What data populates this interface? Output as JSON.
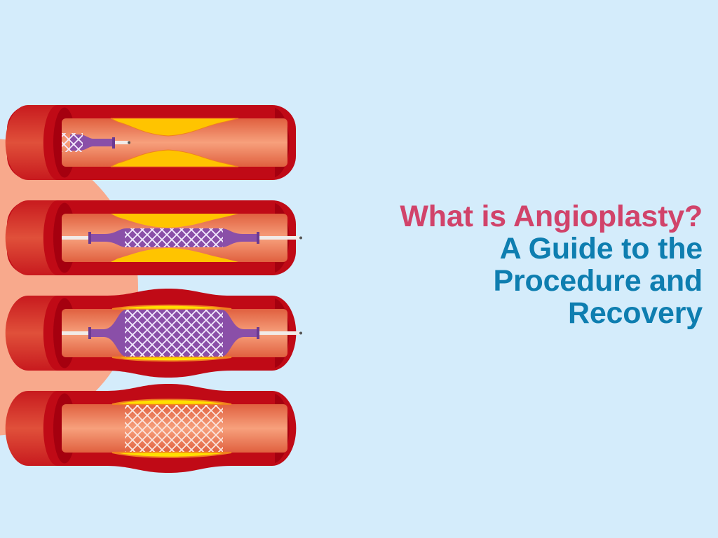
{
  "title": {
    "line1": "What is Angioplasty?",
    "line2": "A Guide to the",
    "line3": "Procedure and",
    "line4": "Recovery"
  },
  "colors": {
    "background": "#d4ecfb",
    "title_pink": "#d1436a",
    "title_blue": "#0e7eb0",
    "vessel_red": "#c00a16",
    "plaque_yellow": "#ffc400",
    "balloon_purple": "#8a4fa8"
  },
  "illustration": {
    "stages": [
      "catheter-approach",
      "balloon-positioned",
      "balloon-inflated",
      "stent-placed"
    ]
  }
}
